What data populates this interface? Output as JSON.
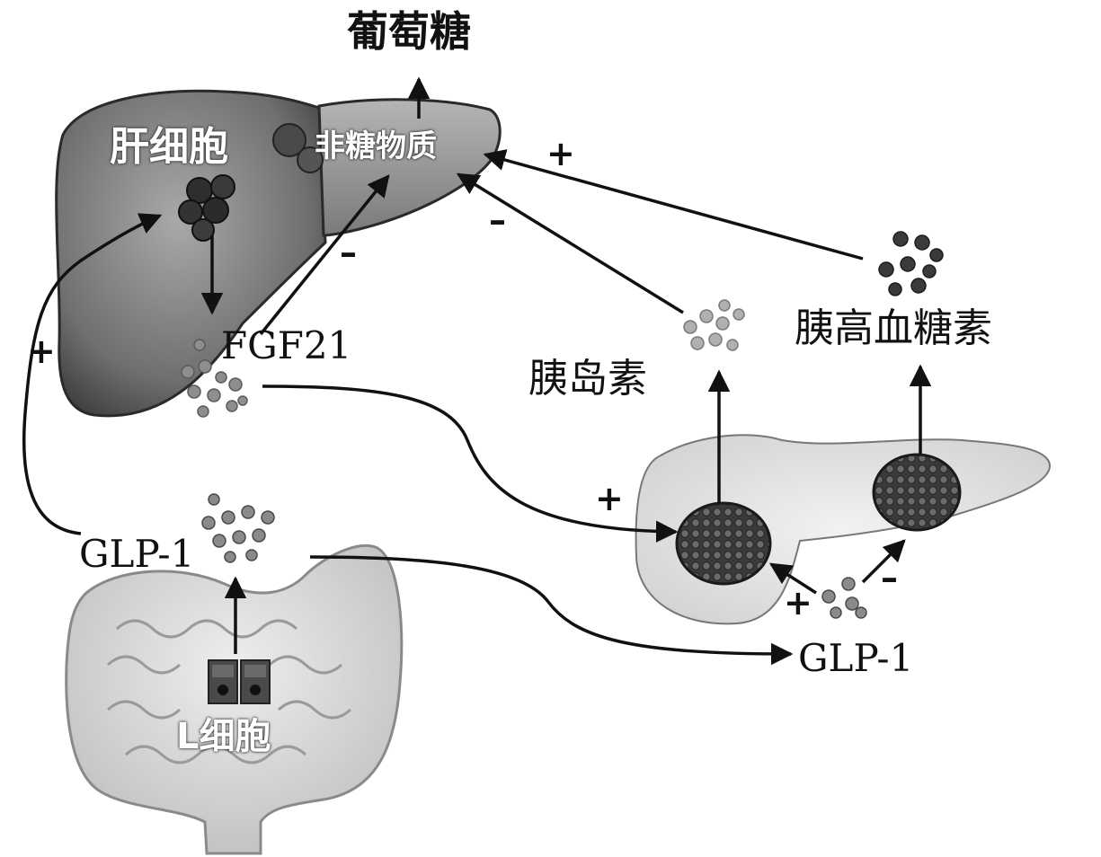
{
  "labels": {
    "glucose": "葡萄糖",
    "liver_cell": "肝细胞",
    "non_sugar": "非糖物质",
    "fgf21": "FGF21",
    "insulin": "胰岛素",
    "glucagon": "胰高血糖素",
    "glp1_left": "GLP-1",
    "glp1_right": "GLP-1",
    "l_cell": "L细胞"
  },
  "signs": {
    "glucagon_on_nonsugar": "+",
    "insulin_on_nonsugar": "–",
    "fgf21_on_nonsugar": "–",
    "glp1_on_liver": "+",
    "fgf21_on_islet": "+",
    "glp1_on_insulin_islet": "+",
    "glp1_on_glucagon_islet": "–"
  }
}
